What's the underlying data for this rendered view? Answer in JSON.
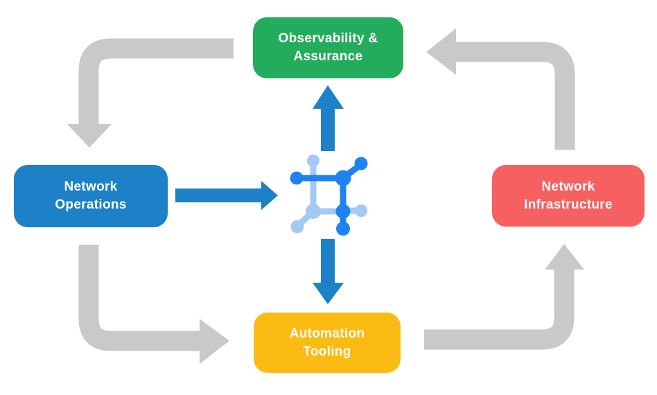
{
  "nodes": {
    "observability": {
      "label": "Observability &\nAssurance",
      "color": "#23ac5c"
    },
    "operations": {
      "label": "Network\nOperations",
      "color": "#1c81c6"
    },
    "infrastructure": {
      "label": "Network\nInfrastructure",
      "color": "#f76060"
    },
    "automation": {
      "label": "Automation\nTooling",
      "color": "#fbbb13"
    }
  },
  "icons": {
    "center": "network-mesh-icon"
  },
  "colors": {
    "background": "#ffffff",
    "label_text": "#ffffff",
    "arrow_gray": "#c9c9c9",
    "arrow_blue": "#1c81c6",
    "icon_dark_blue": "#1e82f0",
    "icon_light_blue": "#a3c9f5"
  }
}
